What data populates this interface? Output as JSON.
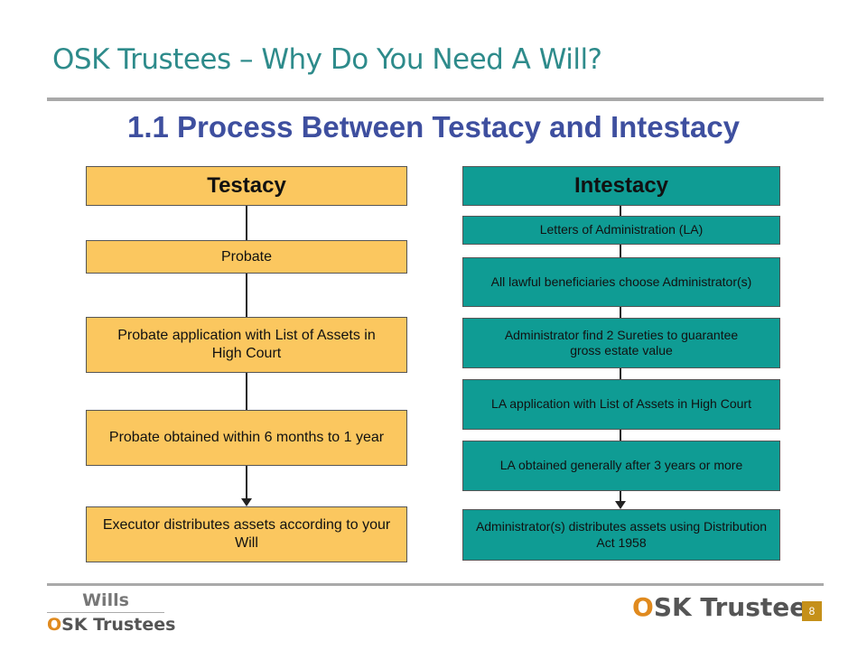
{
  "header": {
    "title": "OSK Trustees – Why Do You Need A Will?"
  },
  "heading": "1.1 Process Between Testacy and Intestacy",
  "testacy": {
    "title": "Testacy",
    "steps": [
      "Probate",
      "Probate application with List of Assets in High Court",
      "Probate obtained within 6 months to 1 year",
      "Executor distributes assets according to your Will"
    ]
  },
  "intestacy": {
    "title": "Intestacy",
    "steps": [
      "Letters of Administration (LA)",
      "All lawful beneficiaries choose Administrator(s)",
      "Administrator find 2 Sureties to guarantee gross estate value",
      "LA application with List of Assets in High Court",
      "LA obtained generally after 3 years or more",
      "Administrator(s) distributes assets using Distribution Act 1958"
    ]
  },
  "footer": {
    "logo_small_top": "Wills",
    "logo_small_o": "O",
    "logo_small_rest": "SK Trustees",
    "logo_big_o": "O",
    "logo_big_rest": "SK Trustees",
    "page_number": "8"
  },
  "colors": {
    "testacy_fill": "#fbc75f",
    "intestacy_fill": "#0f9c94",
    "title": "#2e8b8b",
    "heading": "#3e4f9f"
  }
}
